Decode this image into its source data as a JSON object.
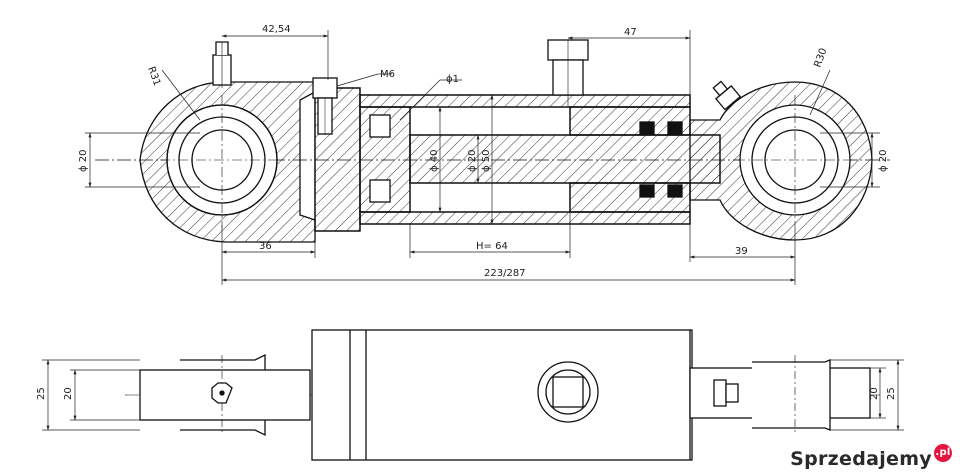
{
  "side_view": {
    "dims": {
      "top_left": "42,54",
      "thread": "M6",
      "small_dia": "ϕ1",
      "top_right": "47",
      "left_radius": "R31",
      "right_radius": "R30",
      "left_bore": "ϕ 20",
      "right_bore": "ϕ 20",
      "piston_dia": "ϕ 40",
      "rod_dia": "ϕ 20",
      "tube_dia": "ϕ 50",
      "left_eye": "36",
      "stroke": "H= 64",
      "right_eye": "39",
      "total_length": "223/287"
    }
  },
  "top_view": {
    "dims": {
      "left_outer": "25",
      "left_inner": "20",
      "right_inner": "20",
      "right_outer": "25"
    }
  },
  "watermark": {
    "text": "Sprzedajemy",
    "tld": ".pl",
    "color": "#e3173e"
  }
}
